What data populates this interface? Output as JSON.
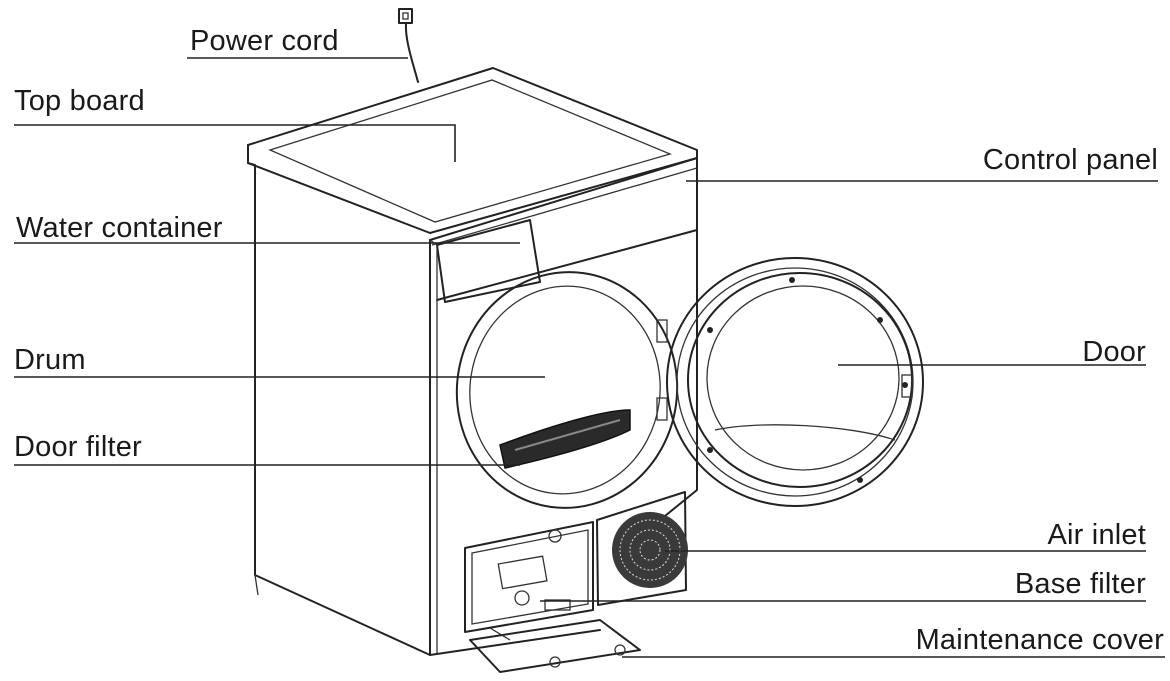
{
  "labels": {
    "power_cord": "Power cord",
    "top_board": "Top  board",
    "water_container": "Water container",
    "drum": "Drum",
    "door_filter": "Door filter",
    "control_panel": "Control panel",
    "door": "Door",
    "air_inlet": "Air inlet",
    "base_filter": "Base filter",
    "maintenance_cover": "Maintenance cover"
  }
}
